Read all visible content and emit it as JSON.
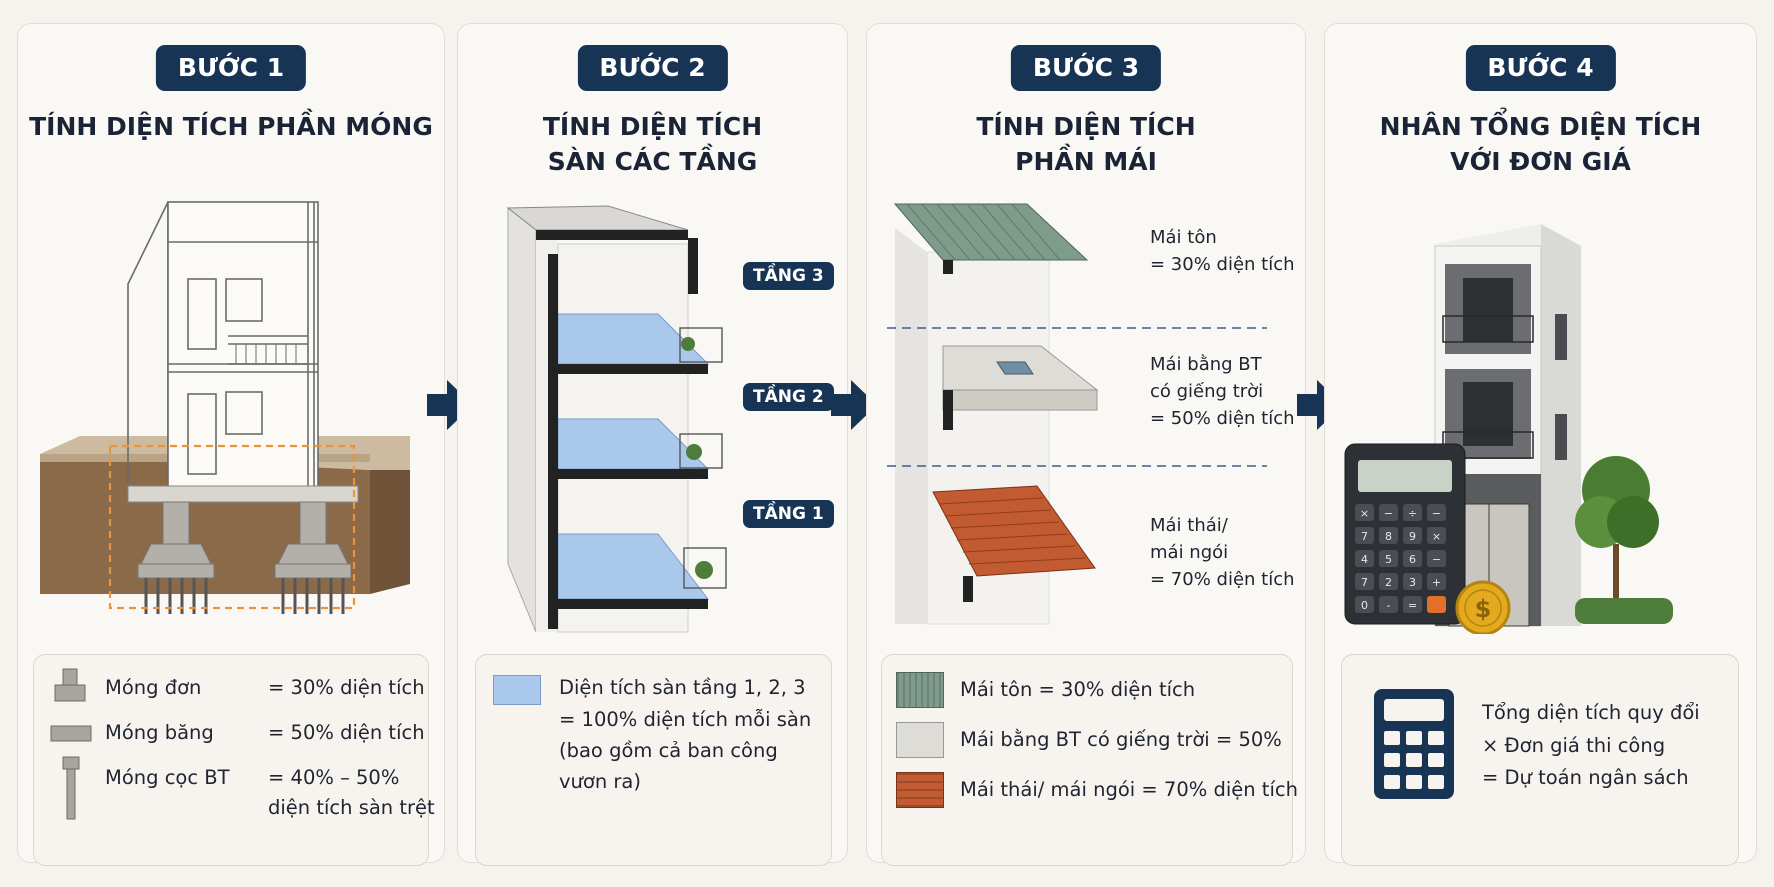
{
  "steps": [
    {
      "badge": "BƯỚC 1",
      "title": [
        "TÍNH DIỆN TÍCH PHẦN MÓNG"
      ],
      "legend": [
        {
          "name": "Móng đơn",
          "value": "= 30% diện tích"
        },
        {
          "name": "Móng băng",
          "value": "= 50% diện tích"
        },
        {
          "name": "Móng cọc BT",
          "value": "= 40% – 50%",
          "value2": "diện tích sàn trệt"
        }
      ]
    },
    {
      "badge": "BƯỚC 2",
      "title": [
        "TÍNH DIỆN TÍCH",
        "SÀN CÁC TẦNG"
      ],
      "floor_tags": [
        "TẦNG 3",
        "TẦNG 2",
        "TẦNG 1"
      ],
      "legend_lines": [
        "Diện tích sàn tầng 1, 2, 3",
        "= 100% diện tích mỗi sàn",
        "(bao gồm cả ban công",
        "vươn ra)"
      ]
    },
    {
      "badge": "BƯỚC 3",
      "title": [
        "TÍNH DIỆN TÍCH",
        "PHẦN MÁI"
      ],
      "roof_labels": [
        [
          "Mái tôn",
          "= 30% diện tích"
        ],
        [
          "Mái bằng BT",
          "có giếng trời",
          "= 50% diện tích"
        ],
        [
          "Mái thái/",
          "mái ngói",
          "= 70% diện tích"
        ]
      ],
      "legend": [
        {
          "text": "Mái tôn  = 30% diện tích",
          "swatch": "#7f9b8c"
        },
        {
          "text": "Mái bằng BT có giếng trời = 50%",
          "swatch": "#dedcd6"
        },
        {
          "text": "Mái thái/ mái ngói  = 70% diện tích",
          "swatch": "#c25a32"
        }
      ]
    },
    {
      "badge": "BƯỚC 4",
      "title": [
        "NHÂN TỔNG DIỆN TÍCH",
        "VỚI ĐƠN GIÁ"
      ],
      "legend_lines": [
        "Tổng diện tích quy đổi",
        "× Đơn giá thi công",
        "= Dự toán ngân sách"
      ]
    }
  ],
  "calculator_keys": [
    "×",
    "−",
    "÷",
    "−",
    "7",
    "8",
    "9",
    "×",
    "4",
    "5",
    "6",
    "−",
    "7",
    "2",
    "3",
    "+",
    "0",
    "-",
    "=",
    ""
  ],
  "coin_symbol": "$",
  "colors": {
    "navy": "#173454",
    "floor_blue": "#a9c8ec",
    "foundation_orange": "#e8943a",
    "soil": "#8a6a48",
    "metal_roof": "#7f9b8c",
    "tile_roof": "#c25a32"
  }
}
